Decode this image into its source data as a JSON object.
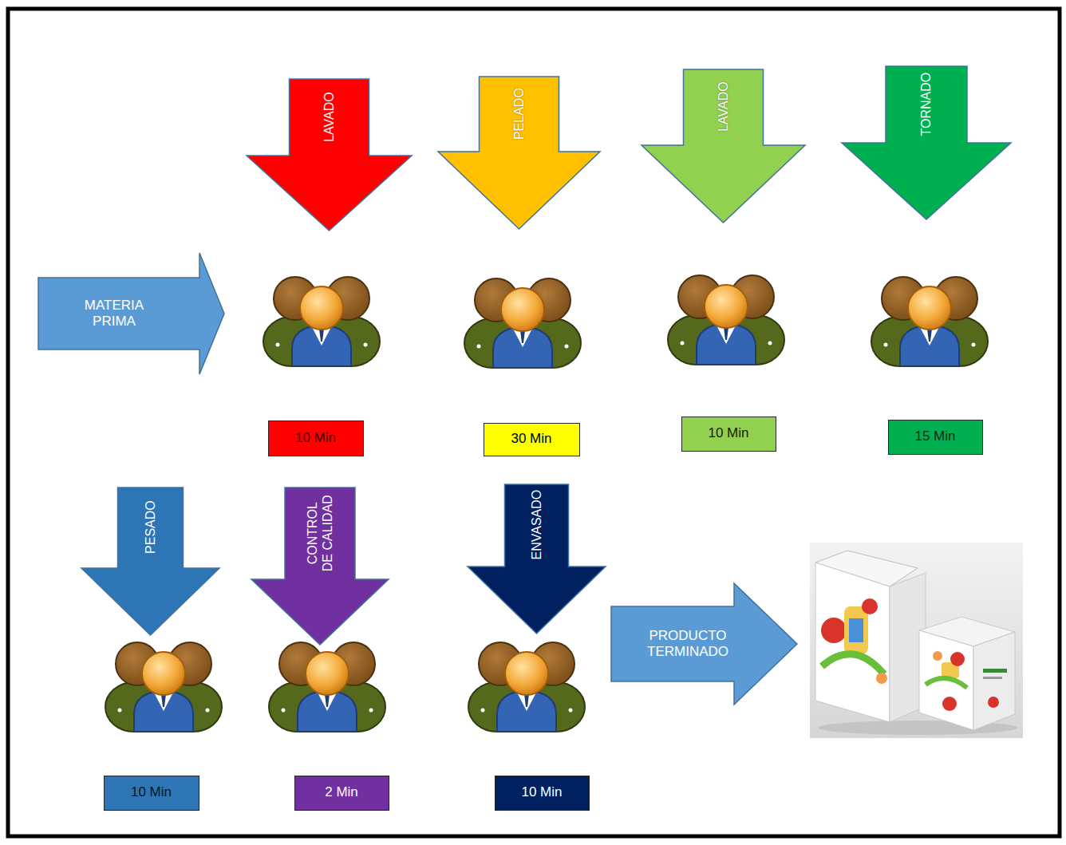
{
  "diagram": {
    "nodes": [
      {
        "text": [
          "LAVADO"
        ]
      },
      {
        "text": [
          "PELADO"
        ]
      },
      {
        "text": [
          "LAVADO"
        ]
      },
      {
        "text": [
          "TORNADO"
        ]
      },
      {
        "text": [
          "MATERIA PRIMA"
        ]
      },
      {
        "text": [
          "10 Min"
        ]
      },
      {
        "text": [
          "30 Min"
        ]
      },
      {
        "text": [
          "10 Min"
        ]
      },
      {
        "text": [
          "15 Min"
        ]
      },
      {
        "text": [
          "PESADO"
        ]
      },
      {
        "text": [
          "CONTROL DE CALIDAD"
        ]
      },
      {
        "text": [
          "ENVASADO"
        ]
      },
      {
        "text": [
          "PRODUCTO TERMINADO"
        ]
      },
      {
        "text": [
          "10 Min"
        ]
      },
      {
        "text": [
          "2 Min"
        ]
      },
      {
        "text": [
          "10 Min"
        ]
      }
    ]
  }
}
